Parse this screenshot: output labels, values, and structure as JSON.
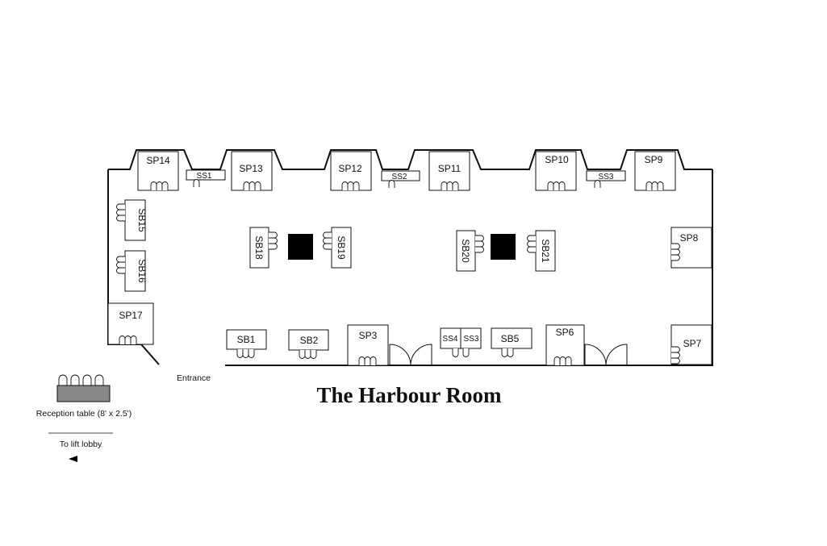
{
  "title": "The Harbour Room",
  "entrance_label": "Entrance",
  "reception_label": "Reception table (8' x 2.5')",
  "lift_label": "To lift lobby",
  "colors": {
    "pillar": "#000000",
    "reception_table": "#888888",
    "line": "#111111"
  },
  "booths": {
    "SP14": "SP14",
    "SP13": "SP13",
    "SP12": "SP12",
    "SP11": "SP11",
    "SP10": "SP10",
    "SP9": "SP9",
    "SS1": "SS1",
    "SS2": "SS2",
    "SS3_top": "SS3",
    "SB15": "SB15",
    "SB16": "SB16",
    "SP17": "SP17",
    "SB18": "SB18",
    "SB19": "SB19",
    "SB20": "SB20",
    "SB21": "SB21",
    "SP8": "SP8",
    "SP7": "SP7",
    "SB1": "SB1",
    "SB2": "SB2",
    "SP3": "SP3",
    "SS4": "SS4",
    "SS3_bottom": "SS3",
    "SB5": "SB5",
    "SP6": "SP6"
  }
}
